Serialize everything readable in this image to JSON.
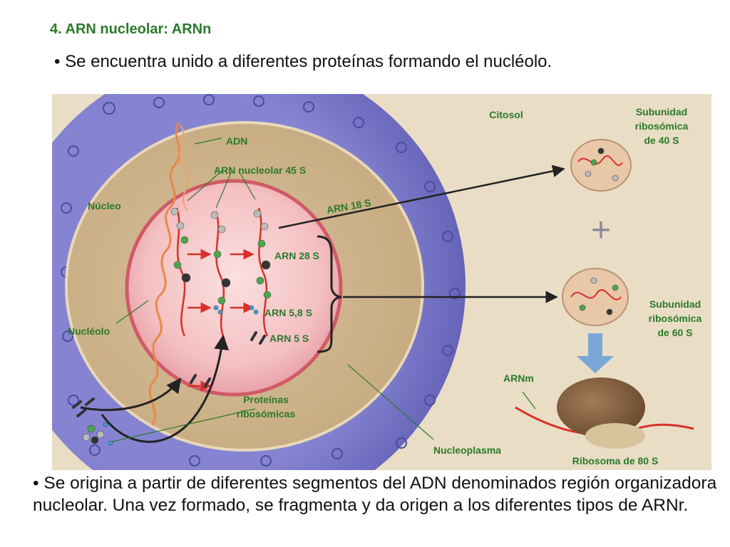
{
  "heading": "4. ARN nucleolar: ARNn",
  "bullets": [
    "• Se encuentra unido a diferentes proteínas formando el nucléolo.",
    "• Se origina a partir de diferentes segmentos del ADN denominados región organizadora nucleolar. Una vez formado, se fragmenta y da origen a los diferentes tipos de ARNr."
  ],
  "diagram": {
    "labels": {
      "citosol": "Citosol",
      "adn": "ADN",
      "arn45": "ARN nucleolar 45 S",
      "nucleo": "Núcleo",
      "arn18": "ARN 18 S",
      "arn28": "ARN 28 S",
      "arn58": "ARN 5,8 S",
      "arn5": "ARN 5 S",
      "nucleolo": "Nucléolo",
      "proteinas": [
        "Proteínas",
        "ribosómicas"
      ],
      "nucleoplasma": "Nucleoplasma",
      "sub40": [
        "Subunidad",
        "ribosómica",
        "de 40 S"
      ],
      "sub60": [
        "Subunidad",
        "ribosómica",
        "de 60 S"
      ],
      "arnm": "ARNm",
      "ribosoma80": "Ribosoma de 80 S",
      "plus": "+"
    },
    "colors": {
      "label_green": "#2a7a2a",
      "cytosol": "#e8dcc4",
      "nuclear_envelope": "#7a78c8",
      "nucleoplasm": "#cdb48e",
      "nucleolus": "#f4c4c4",
      "rna_red": "#d8302a",
      "down_arrow": "#7aa6d6",
      "ribosome": "#8a6442"
    }
  }
}
